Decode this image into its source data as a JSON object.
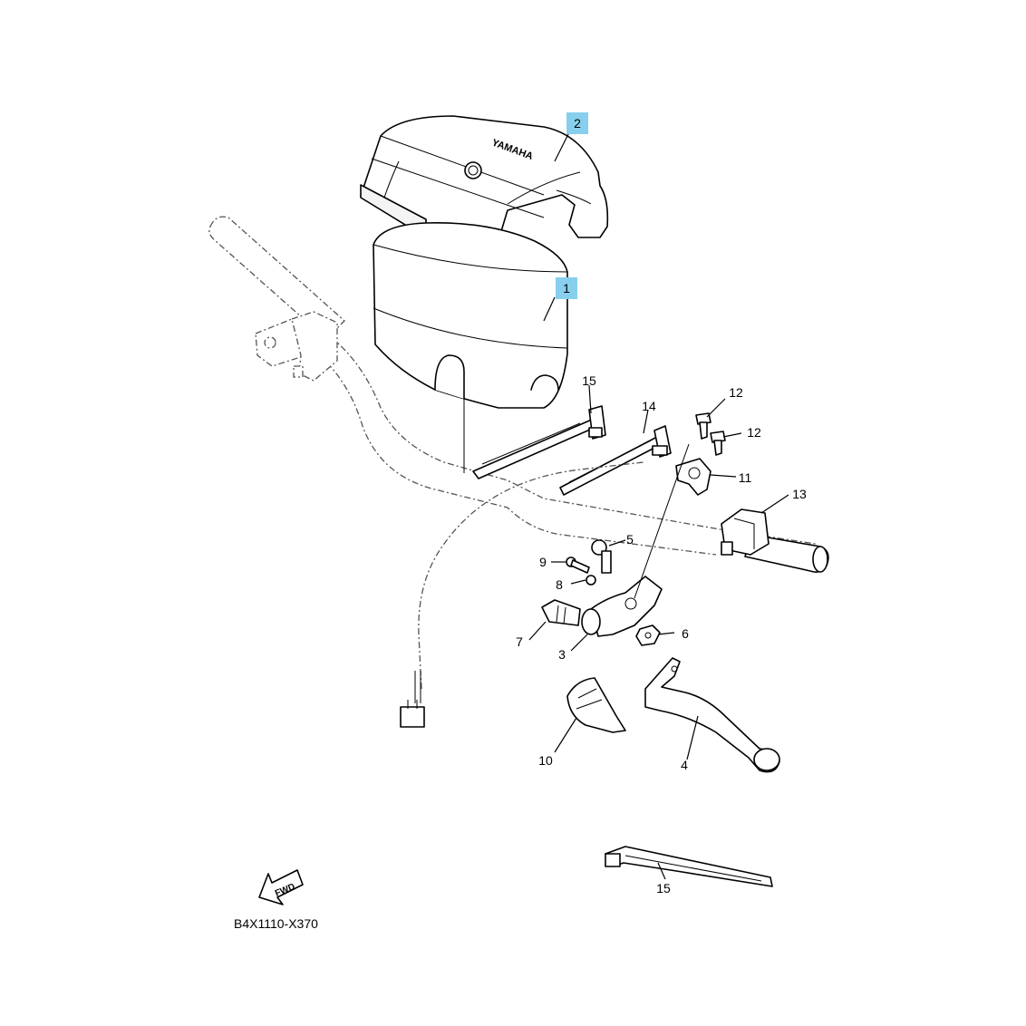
{
  "callouts": {
    "c1": "1",
    "c2": "2",
    "c3": "3",
    "c4": "4",
    "c5": "5",
    "c6": "6",
    "c7": "7",
    "c8": "8",
    "c9": "9",
    "c10": "10",
    "c11": "11",
    "c12a": "12",
    "c12b": "12",
    "c13": "13",
    "c14": "14",
    "c15a": "15",
    "c15b": "15"
  },
  "highlighted_callouts": [
    "1",
    "2"
  ],
  "highlight_color": "#88cfee",
  "pad_cover_logo": "YAMAHA",
  "fwd_arrow_text": "FWD",
  "diagram_code": "B4X1110-X370"
}
